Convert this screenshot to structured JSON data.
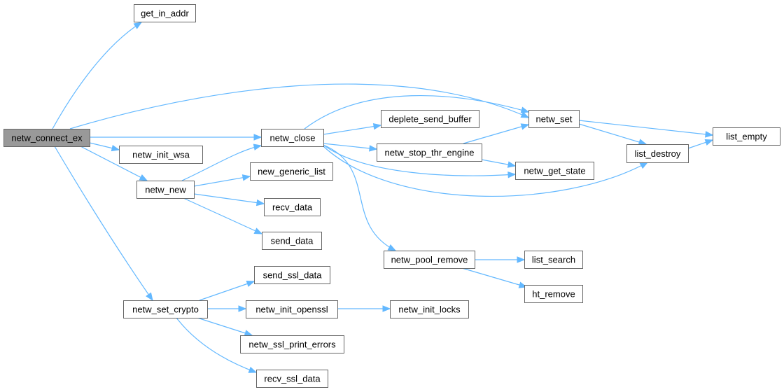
{
  "diagram": {
    "colors": {
      "edge": "#63b8ff",
      "box_border": "#666666",
      "root_fill": "#999999",
      "node_fill": "#ffffff"
    },
    "nodes": [
      {
        "id": "netw_connect_ex",
        "label": "netw_connect_ex",
        "root": true
      },
      {
        "id": "get_in_addr",
        "label": "get_in_addr"
      },
      {
        "id": "netw_close",
        "label": "netw_close"
      },
      {
        "id": "netw_init_wsa",
        "label": "netw_init_wsa"
      },
      {
        "id": "netw_new",
        "label": "netw_new"
      },
      {
        "id": "netw_set_crypto",
        "label": "netw_set_crypto"
      },
      {
        "id": "deplete_send_buffer",
        "label": "deplete_send_buffer"
      },
      {
        "id": "netw_stop_thr_engine",
        "label": "netw_stop_thr_engine"
      },
      {
        "id": "new_generic_list",
        "label": "new_generic_list"
      },
      {
        "id": "recv_data",
        "label": "recv_data"
      },
      {
        "id": "send_data",
        "label": "send_data"
      },
      {
        "id": "netw_pool_remove",
        "label": "netw_pool_remove"
      },
      {
        "id": "send_ssl_data",
        "label": "send_ssl_data"
      },
      {
        "id": "netw_init_openssl",
        "label": "netw_init_openssl"
      },
      {
        "id": "netw_ssl_print_errors",
        "label": "netw_ssl_print_errors"
      },
      {
        "id": "recv_ssl_data",
        "label": "recv_ssl_data"
      },
      {
        "id": "netw_init_locks",
        "label": "netw_init_locks"
      },
      {
        "id": "netw_set",
        "label": "netw_set"
      },
      {
        "id": "netw_get_state",
        "label": "netw_get_state"
      },
      {
        "id": "list_search",
        "label": "list_search"
      },
      {
        "id": "ht_remove",
        "label": "ht_remove"
      },
      {
        "id": "list_destroy",
        "label": "list_destroy"
      },
      {
        "id": "list_empty",
        "label": "list_empty"
      }
    ],
    "edges": [
      {
        "from": "netw_connect_ex",
        "to": "get_in_addr"
      },
      {
        "from": "netw_connect_ex",
        "to": "netw_set"
      },
      {
        "from": "netw_connect_ex",
        "to": "netw_close"
      },
      {
        "from": "netw_connect_ex",
        "to": "netw_init_wsa"
      },
      {
        "from": "netw_connect_ex",
        "to": "netw_new"
      },
      {
        "from": "netw_connect_ex",
        "to": "netw_set_crypto"
      },
      {
        "from": "netw_close",
        "to": "netw_set"
      },
      {
        "from": "netw_close",
        "to": "deplete_send_buffer"
      },
      {
        "from": "netw_close",
        "to": "netw_stop_thr_engine"
      },
      {
        "from": "netw_close",
        "to": "netw_get_state"
      },
      {
        "from": "netw_close",
        "to": "list_destroy"
      },
      {
        "from": "netw_close",
        "to": "netw_pool_remove"
      },
      {
        "from": "netw_new",
        "to": "netw_close"
      },
      {
        "from": "netw_new",
        "to": "new_generic_list"
      },
      {
        "from": "netw_new",
        "to": "recv_data"
      },
      {
        "from": "netw_new",
        "to": "send_data"
      },
      {
        "from": "netw_stop_thr_engine",
        "to": "netw_set"
      },
      {
        "from": "netw_stop_thr_engine",
        "to": "netw_get_state"
      },
      {
        "from": "netw_set",
        "to": "list_destroy"
      },
      {
        "from": "netw_set",
        "to": "list_empty"
      },
      {
        "from": "list_destroy",
        "to": "list_empty"
      },
      {
        "from": "netw_pool_remove",
        "to": "list_search"
      },
      {
        "from": "netw_pool_remove",
        "to": "ht_remove"
      },
      {
        "from": "netw_set_crypto",
        "to": "send_ssl_data"
      },
      {
        "from": "netw_set_crypto",
        "to": "netw_init_openssl"
      },
      {
        "from": "netw_set_crypto",
        "to": "netw_ssl_print_errors"
      },
      {
        "from": "netw_set_crypto",
        "to": "recv_ssl_data"
      },
      {
        "from": "netw_init_openssl",
        "to": "netw_init_locks"
      }
    ]
  }
}
